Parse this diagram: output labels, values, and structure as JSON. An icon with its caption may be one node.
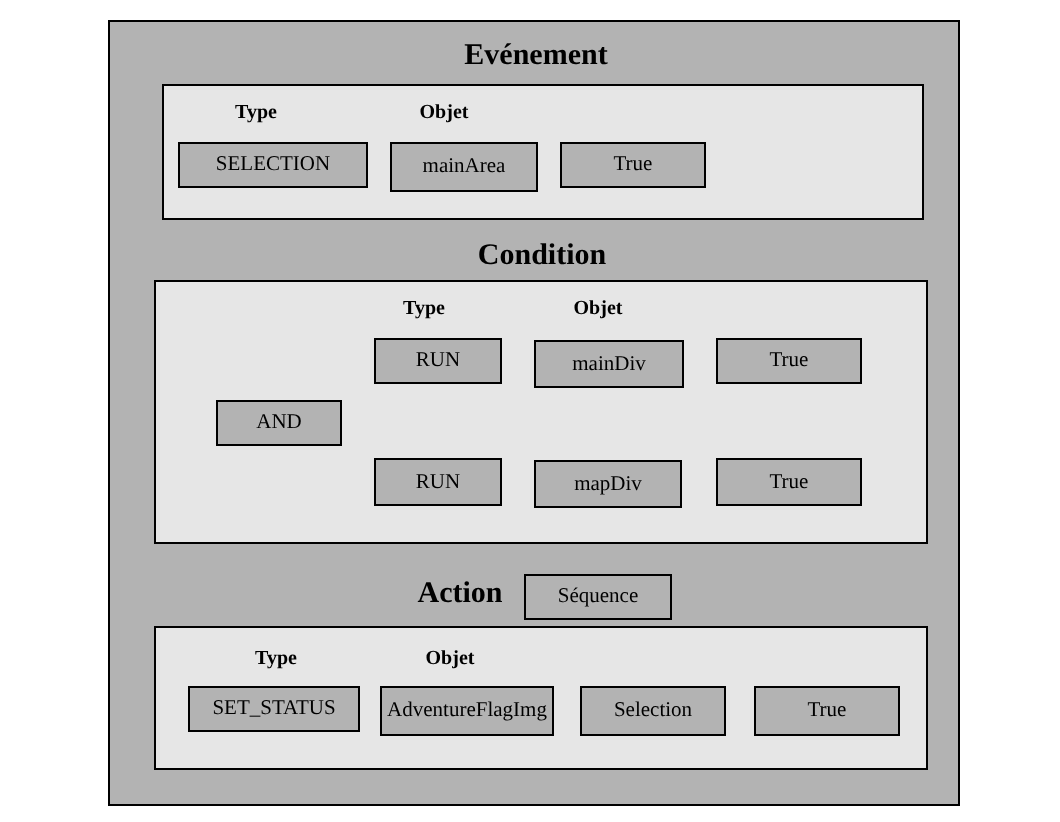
{
  "diagram": {
    "nodes": [
      {
        "text": [],
        "shape": "box"
      },
      {
        "text": [
          "Evénement",
          "Type",
          "Objet"
        ],
        "in": 0
      },
      {
        "text": [
          "SELECTION"
        ],
        "in": 1
      },
      {
        "text": [
          "mainArea"
        ],
        "in": 1
      },
      {
        "text": [
          "True"
        ],
        "in": 1
      },
      {
        "text": [
          "Condition",
          "Type",
          "Objet"
        ],
        "in": 0
      },
      {
        "text": [
          "RUN"
        ],
        "in": 5
      },
      {
        "text": [
          "mainDiv"
        ],
        "in": 5
      },
      {
        "text": [
          "True"
        ],
        "in": 5
      },
      {
        "text": [
          "AND"
        ],
        "in": 5
      },
      {
        "text": [
          "RUN"
        ],
        "in": 5
      },
      {
        "text": [
          "mapDiv"
        ],
        "in": 5
      },
      {
        "text": [
          "True"
        ],
        "in": 5
      },
      {
        "text": [
          "Action",
          "Type",
          "Objet"
        ],
        "in": 0
      },
      {
        "text": [
          "Séquence"
        ],
        "in": 0
      },
      {
        "text": [
          "SET_STATUS"
        ],
        "in": 13
      },
      {
        "text": [
          "AdventureFlagImg"
        ],
        "in": 13
      },
      {
        "text": [
          "Selection"
        ],
        "in": 13
      },
      {
        "text": [
          "True"
        ],
        "in": 13
      }
    ]
  }
}
